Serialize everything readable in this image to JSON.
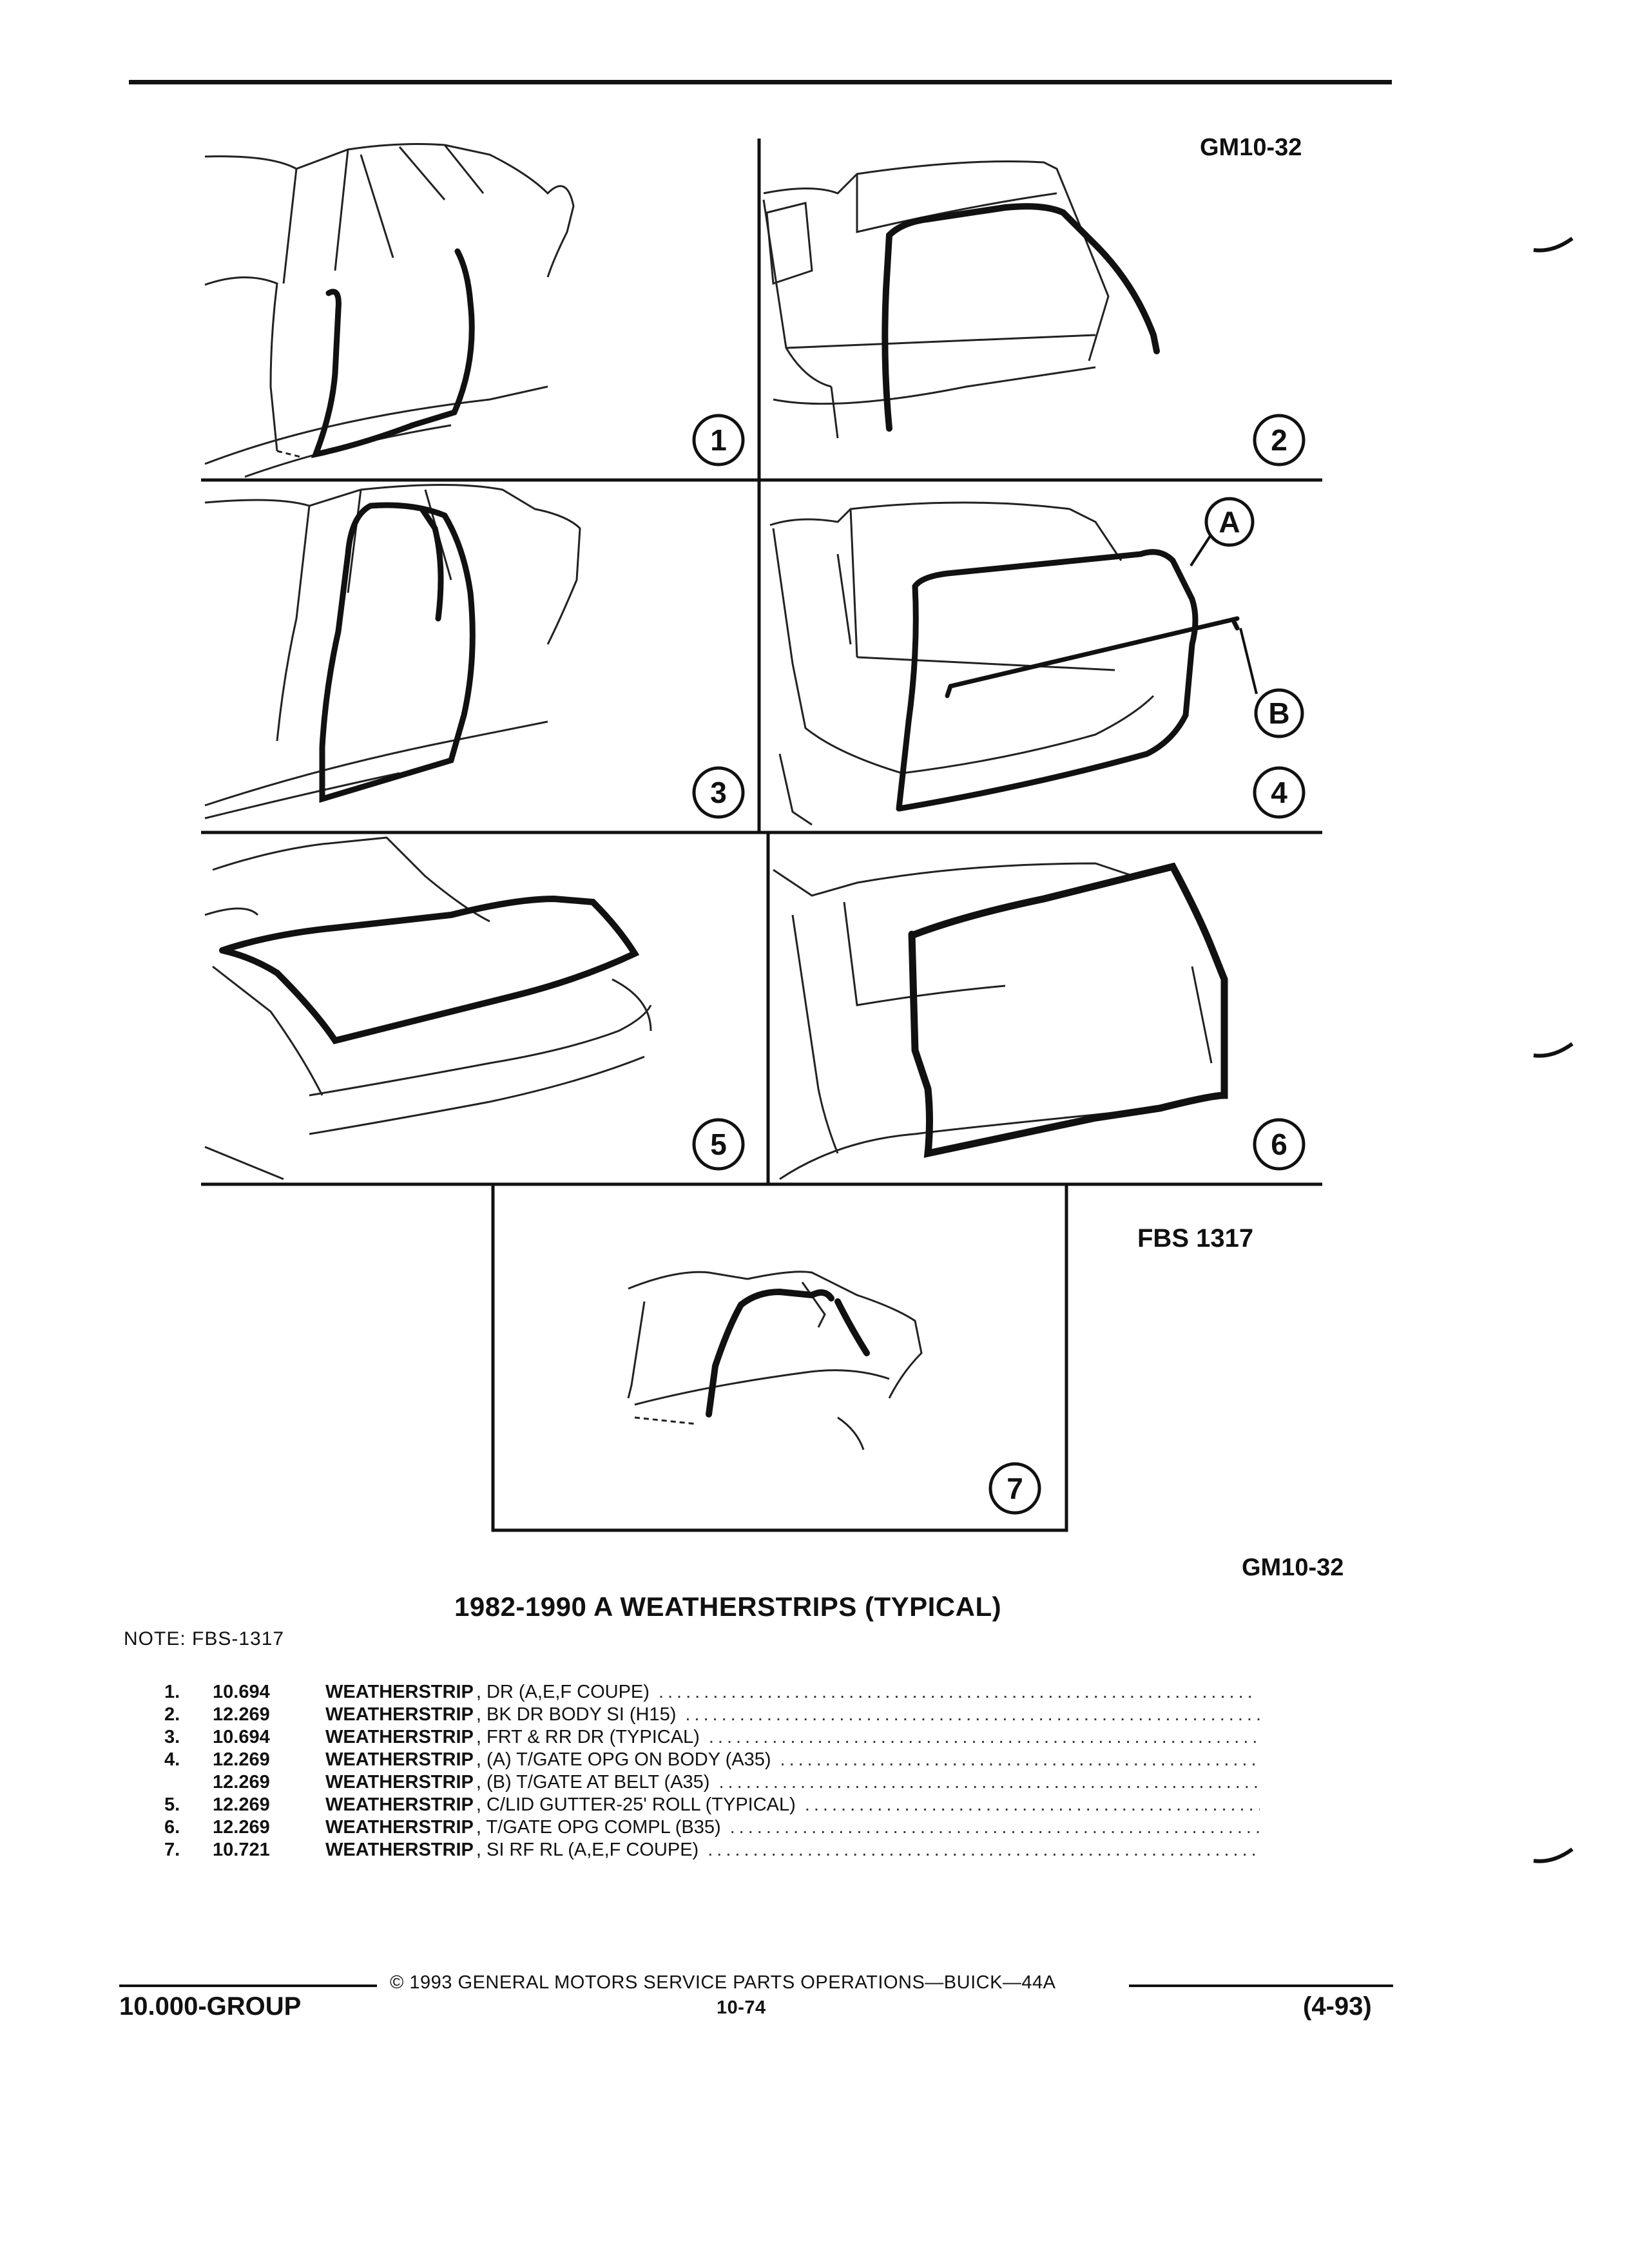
{
  "header": {
    "code_top": "GM10-32"
  },
  "diagram": {
    "panel_labels": [
      "1",
      "2",
      "3",
      "4",
      "5",
      "6",
      "7"
    ],
    "callouts": [
      "A",
      "B"
    ],
    "figure_id": "FBS 1317"
  },
  "code_bottom": "GM10-32",
  "title": "1982-1990 A WEATHERSTRIPS (TYPICAL)",
  "note": "NOTE: FBS-1317",
  "parts": [
    {
      "num": "1.",
      "group": "10.694",
      "name": "WEATHERSTRIP",
      "desc": ", DR (A,E,F COUPE)"
    },
    {
      "num": "2.",
      "group": "12.269",
      "name": "WEATHERSTRIP",
      "desc": ", BK DR BODY SI (H15)"
    },
    {
      "num": "3.",
      "group": "10.694",
      "name": "WEATHERSTRIP",
      "desc": ", FRT & RR DR (TYPICAL)"
    },
    {
      "num": "4.",
      "group": "12.269",
      "name": "WEATHERSTRIP",
      "desc": ", (A) T/GATE OPG ON BODY (A35)"
    },
    {
      "num": "",
      "group": "12.269",
      "name": "WEATHERSTRIP",
      "desc": ", (B) T/GATE AT BELT (A35)"
    },
    {
      "num": "5.",
      "group": "12.269",
      "name": "WEATHERSTRIP",
      "desc": ", C/LID GUTTER-25' ROLL (TYPICAL)"
    },
    {
      "num": "6.",
      "group": "12.269",
      "name": "WEATHERSTRIP",
      "desc": ", T/GATE OPG COMPL (B35)"
    },
    {
      "num": "7.",
      "group": "10.721",
      "name": "WEATHERSTRIP",
      "desc": ", SI RF RL (A,E,F COUPE)"
    }
  ],
  "footer": {
    "copyright": "© 1993 GENERAL MOTORS SERVICE PARTS OPERATIONS—BUICK—44A",
    "group": "10.000-GROUP",
    "page": "10-74",
    "date": "(4-93)"
  }
}
